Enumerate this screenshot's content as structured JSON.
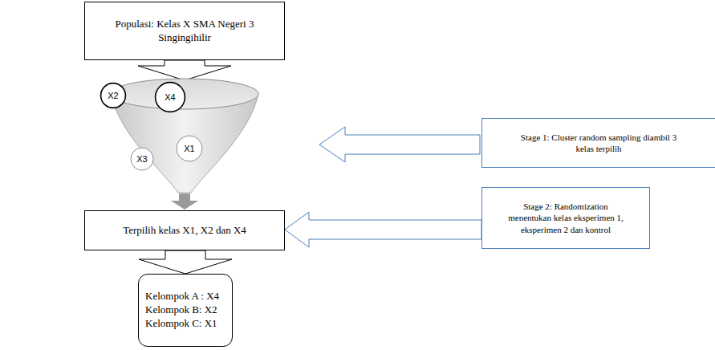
{
  "diagram": {
    "nodes": [
      {
        "text": [
          "Populasi: Kelas X SMA Negeri 3 Singingihilir"
        ]
      },
      {
        "text": [
          "X2"
        ]
      },
      {
        "text": [
          "X4"
        ]
      },
      {
        "text": [
          "X3"
        ]
      },
      {
        "text": [
          "X1"
        ]
      },
      {
        "text": [
          "Terpilih  kelas X1, X2 dan  X4"
        ]
      },
      {
        "text": [
          "Kelompok A : X4",
          "Kelompok B: X2",
          "Kelompok C: X1"
        ]
      },
      {
        "text": [
          "Stage 1: Cluster random sampling diambil 3 kelas terpilih"
        ]
      },
      {
        "text": [
          "Stage 2: Randomization menentukan kelas eksperimen 1, eksperimen 2 dan kontrol"
        ]
      }
    ],
    "edges": [
      {
        "from": 5,
        "to": 6,
        "arrow": "to"
      },
      {
        "from": 8,
        "to": 5,
        "arrow": "to"
      }
    ]
  }
}
